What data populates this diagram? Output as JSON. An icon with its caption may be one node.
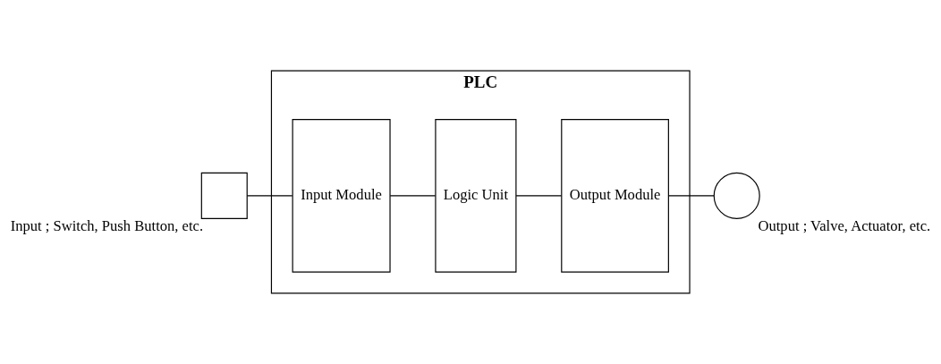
{
  "diagram": {
    "nodes": [
      {
        "text": [],
        "shape": "box",
        "beside": [
          "Input ; Switch, Push Button, etc."
        ]
      },
      {
        "text": [
          "PLC"
        ]
      },
      {
        "text": [
          "Input Module"
        ],
        "in": 1
      },
      {
        "text": [
          "Logic Unit"
        ],
        "in": 1
      },
      {
        "text": [
          "Output Module"
        ],
        "in": 1
      },
      {
        "text": [],
        "shape": "circle",
        "beside": [
          "Output ; Valve, Actuator, etc."
        ]
      }
    ],
    "edges": [
      {
        "from": 0,
        "to": 2,
        "arrow": "none"
      },
      {
        "from": 2,
        "to": 3,
        "arrow": "none"
      },
      {
        "from": 3,
        "to": 4,
        "arrow": "none"
      },
      {
        "from": 4,
        "to": 5,
        "arrow": "none"
      }
    ]
  }
}
